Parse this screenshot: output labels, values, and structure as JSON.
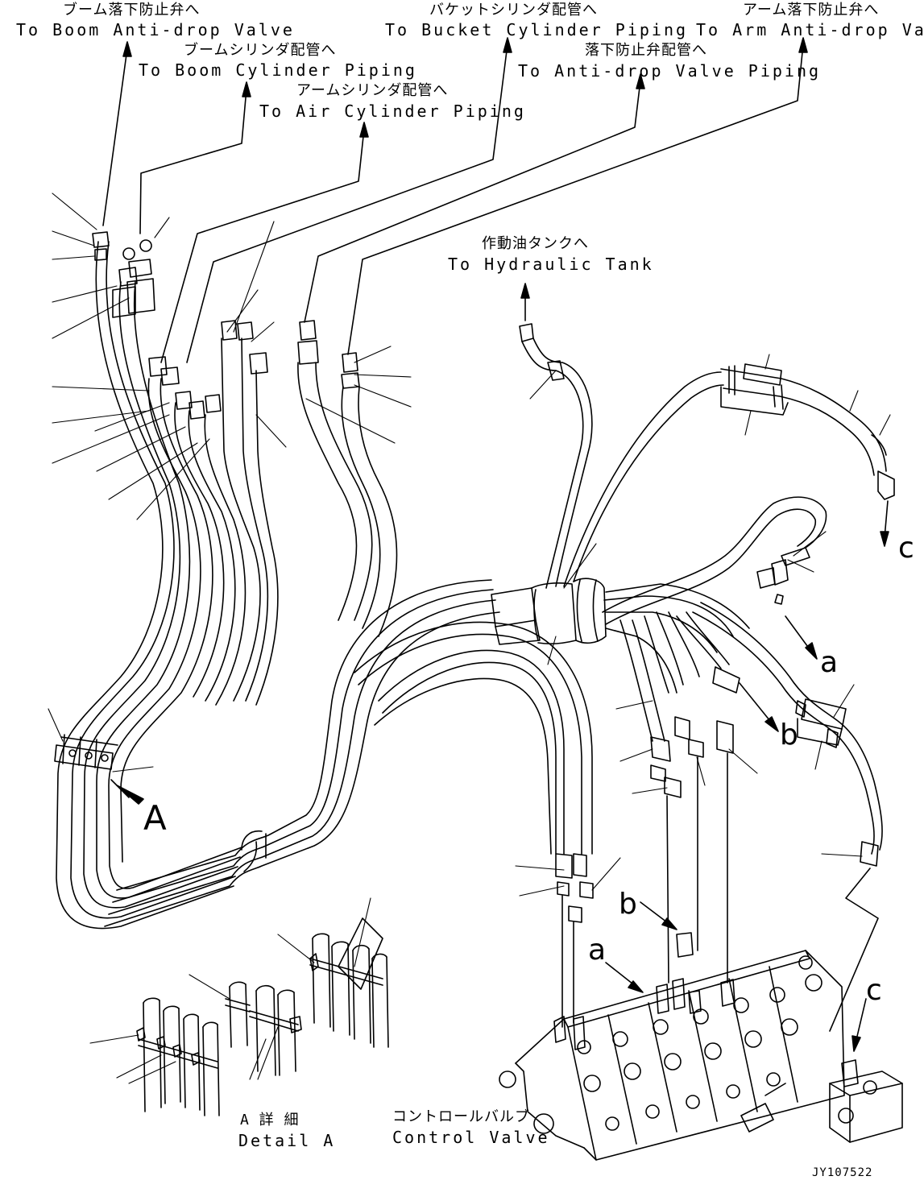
{
  "destinations": {
    "boom_antidrop": {
      "jp": "ブーム落下防止弁へ",
      "en": "To Boom Anti-drop Valve"
    },
    "boom_cylinder": {
      "jp": "ブームシリンダ配管へ",
      "en": "To Boom Cylinder Piping"
    },
    "air_cylinder": {
      "jp": "アームシリンダ配管へ",
      "en": "To Air Cylinder Piping"
    },
    "bucket_cylinder": {
      "jp": "バケットシリンダ配管へ",
      "en": "To Bucket Cylinder Piping"
    },
    "antidrop_piping": {
      "jp": "落下防止弁配管へ",
      "en": "To Anti-drop Valve Piping"
    },
    "arm_antidrop": {
      "jp": "アーム落下防止弁へ",
      "en": "To Arm Anti-drop Valve"
    },
    "hydraulic_tank": {
      "jp": "作動油タンクへ",
      "en": "To Hydraulic Tank"
    }
  },
  "detail": {
    "jp": "A 詳 細",
    "en": "Detail A"
  },
  "control_valve": {
    "jp": "コントロールバルブ",
    "en": "Control Valve"
  },
  "markers": {
    "A": "A",
    "a1": "a",
    "a2": "a",
    "b1": "b",
    "b2": "b",
    "c1": "c",
    "c2": "c"
  },
  "drawing_code": "JY107522"
}
